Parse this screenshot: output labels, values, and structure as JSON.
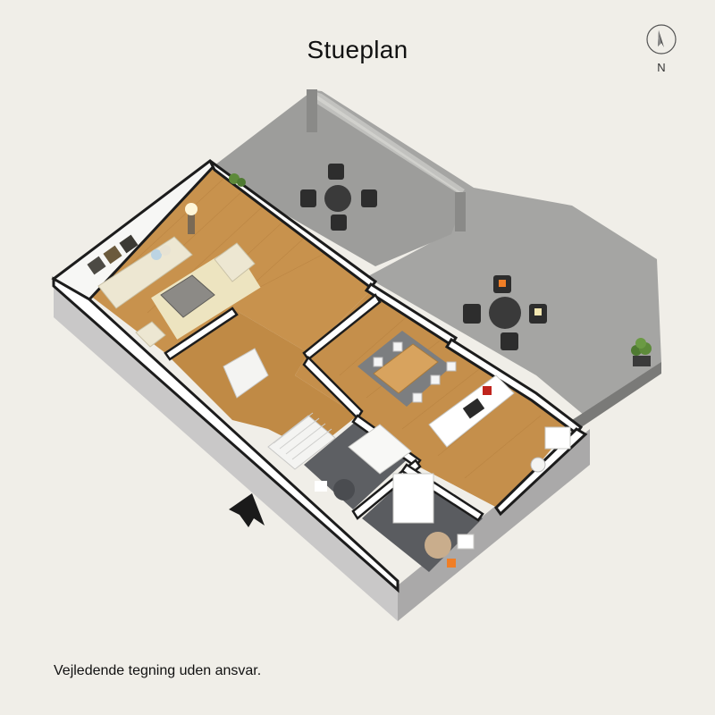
{
  "title": "Stueplan",
  "compass": {
    "label": "N",
    "icon": "north-arrow-icon"
  },
  "disclaimer": "Vejledende tegning uden ansvar.",
  "colors": {
    "background": "#f0eee8",
    "terrace": "#9a9a98",
    "wood_floor": "#c9944f",
    "wall": "#ffffff",
    "wall_top": "#1a1a1a",
    "tile_floor": "#5d5f63"
  },
  "icons": [
    "entrance-arrow-icon",
    "north-arrow-icon"
  ]
}
